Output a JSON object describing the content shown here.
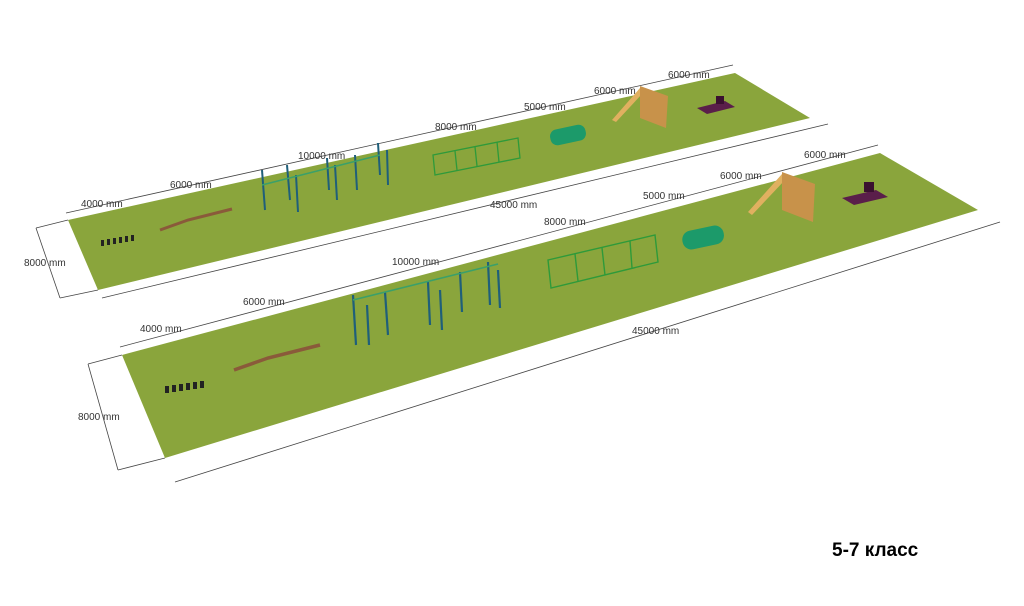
{
  "caption": "5-7 класс",
  "colors": {
    "grass": "#8aa53c",
    "pole": "#1f5f7a",
    "frame": "#2e9a3a",
    "tunnel": "#1c9a6a",
    "wall": "#c8924a",
    "beam": "#8a5a3a",
    "platform": "#5a1e4a"
  },
  "layouts": [
    {
      "name": "top",
      "segments": [
        "4000 mm",
        "6000 mm",
        "10000 mm",
        "8000 mm",
        "5000 mm",
        "6000 mm",
        "6000 mm"
      ],
      "length": "45000 mm",
      "width": "8000 mm"
    },
    {
      "name": "bottom",
      "segments": [
        "4000 mm",
        "6000 mm",
        "10000 mm",
        "8000 mm",
        "5000 mm",
        "6000 mm",
        "6000 mm"
      ],
      "length": "45000 mm",
      "width": "8000 mm"
    }
  ]
}
